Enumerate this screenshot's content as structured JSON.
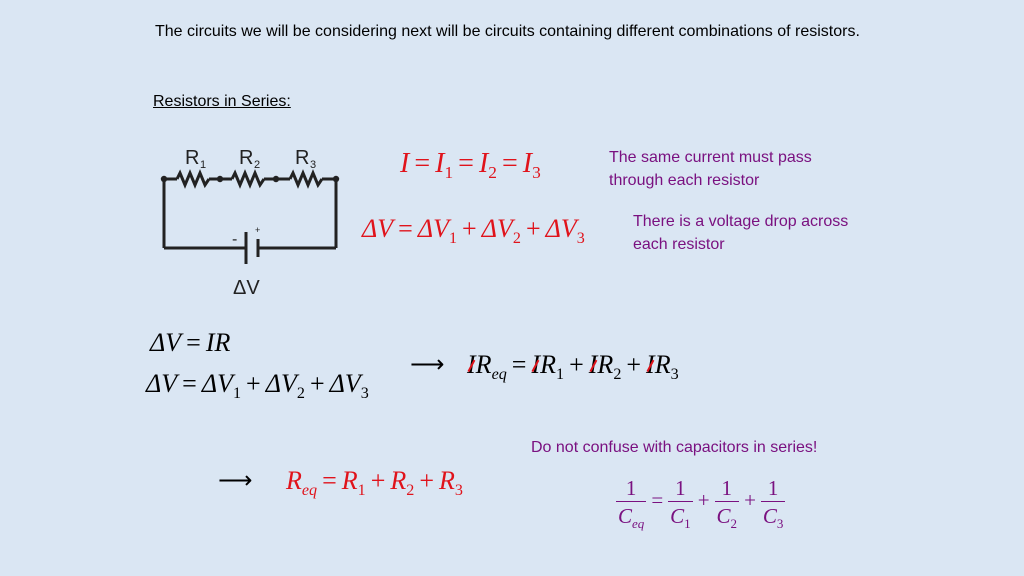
{
  "intro": "The circuits we will be considering next will be circuits containing different combinations of resistors.",
  "heading": "Resistors in Series:",
  "circuit": {
    "r1": "R",
    "r1_sub": "1",
    "r2": "R",
    "r2_sub": "2",
    "r3": "R",
    "r3_sub": "3",
    "minus": "-",
    "plus": "+",
    "battery_label": "ΔV"
  },
  "notes": {
    "current": "The same current must pass through each resistor",
    "voltage": "There is a voltage drop across each resistor",
    "capacitors": "Do not confuse with capacitors in series!"
  },
  "arrows": {
    "symbol": "⟶"
  },
  "eq_current": {
    "I": "I",
    "I1": "I",
    "s1": "1",
    "I2": "I",
    "s2": "2",
    "I3": "I",
    "s3": "3"
  },
  "eq_voltage": {
    "dV": "ΔV",
    "dV1": "ΔV",
    "s1": "1",
    "dV2": "ΔV",
    "s2": "2",
    "dV3": "ΔV",
    "s3": "3"
  },
  "eq_ohm": {
    "lhs": "ΔV",
    "rhs": "IR"
  },
  "eq_sum": {
    "dV": "ΔV",
    "dV1": "ΔV",
    "s1": "1",
    "dV2": "ΔV",
    "s2": "2",
    "dV3": "ΔV",
    "s3": "3"
  },
  "eq_ir": {
    "I0": "I",
    "R0": "R",
    "s0": "eq",
    "I1": "I",
    "R1": "R",
    "s1": "1",
    "I2": "I",
    "R2": "R",
    "s2": "2",
    "I3": "I",
    "R3": "R",
    "s3": "3"
  },
  "eq_req": {
    "R": "R",
    "s0": "eq",
    "R1": "R",
    "s1": "1",
    "R2": "R",
    "s2": "2",
    "R3": "R",
    "s3": "3"
  },
  "eq_cap": {
    "one": "1",
    "C0": "C",
    "s0": "eq",
    "C1": "C",
    "s1": "1",
    "C2": "C",
    "s2": "2",
    "C3": "C",
    "s3": "3"
  },
  "ops": {
    "eq": "=",
    "plus": "+"
  }
}
